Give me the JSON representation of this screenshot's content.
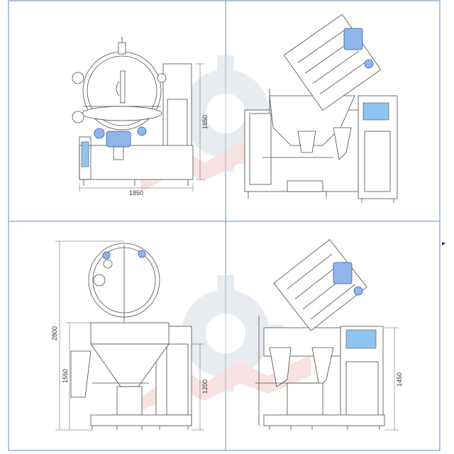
{
  "colors": {
    "frame": "#5b8fc9",
    "line": "#4a4a4a",
    "accent_blue": "#2a5db0",
    "screen": "#8ec5f0",
    "watermark_gray": "#c9d3dc",
    "watermark_red": "#f0c4c4"
  },
  "watermark": {
    "icon": "gear-logo-icon"
  },
  "views": {
    "top_left": {
      "dim_horizontal": "1850",
      "dim_vertical": "1650"
    },
    "bottom_left": {
      "dim_overall": "2800",
      "dim_body": "1550",
      "dim_side": "1200"
    },
    "bottom_right": {
      "dim_height": "1450"
    }
  },
  "page_marker": "▸"
}
